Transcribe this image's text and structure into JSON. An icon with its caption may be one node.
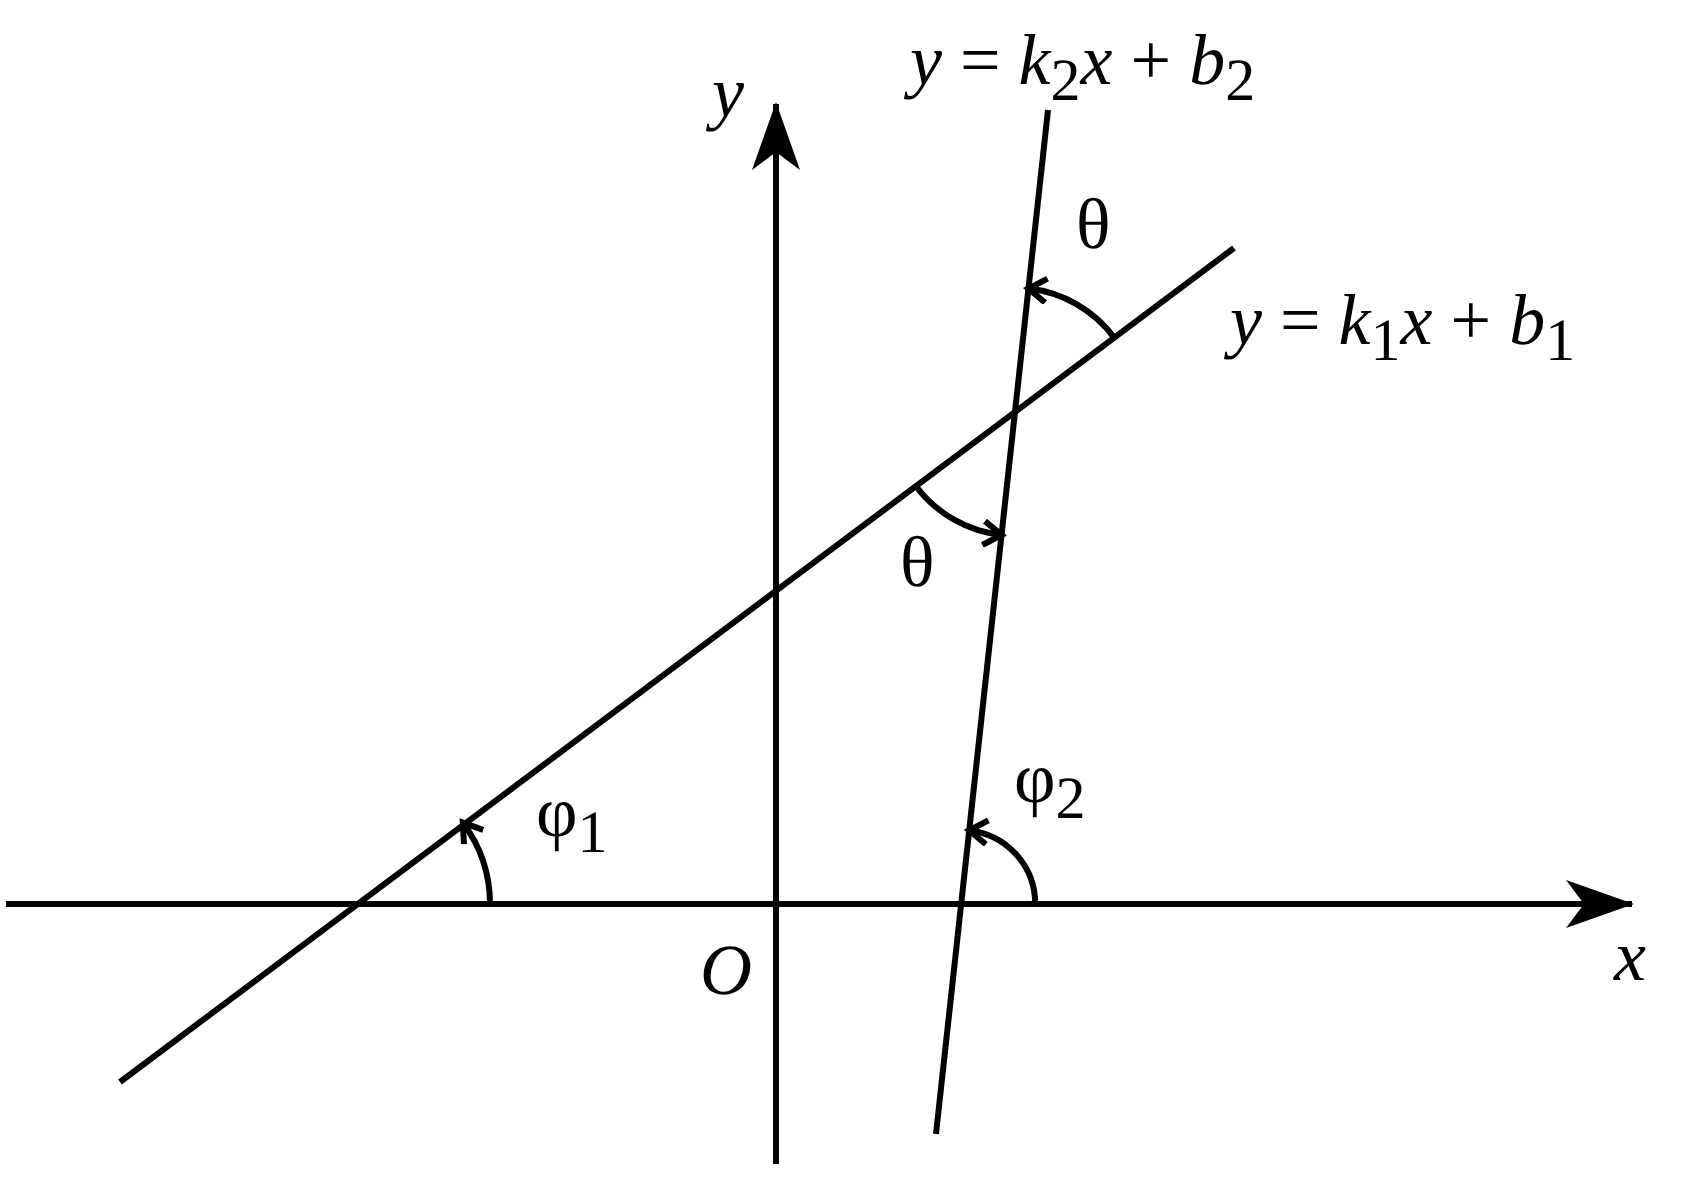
{
  "diagram": {
    "labels": [
      "y",
      "*y* = *k*$_{2}$*x* + *b*$_{2}$",
      "θ",
      "*y* = *k*$_{1}$*x* + *b*$_{1}$",
      "θ",
      "φ$_{1}$",
      "φ$_{2}$",
      "O",
      "x"
    ]
  }
}
